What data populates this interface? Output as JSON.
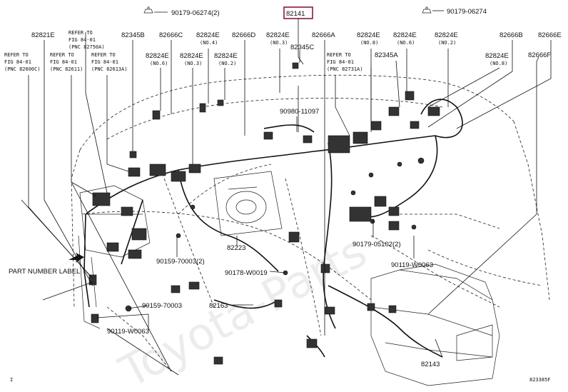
{
  "diagram": {
    "highlighted_part": "82141",
    "highlight_color": "#8b1a3a",
    "watermark": "Toyota-Parts",
    "figure_code": "823385F",
    "page_marker": "I",
    "labels": {
      "p90179_06274_2": "90179-06274(2)",
      "p82141": "82141",
      "p90179_06274": "90179-06274",
      "p82821e": "82821E",
      "p82345b": "82345B",
      "p82666c": "82666C",
      "p82824e_no4": "82824E",
      "no4": "(NO.4)",
      "p82666d": "82666D",
      "p82824e_no3_top": "82824E",
      "no3_top": "(NO.3)",
      "p82666a": "82666A",
      "p82824e_no8": "82824E",
      "no8": "(NO.8)",
      "p82824e_no6_top": "82824E",
      "no6_top": "(NO.6)",
      "p82824e_no2_top": "82824E",
      "no2_top": "(NO.2)",
      "p82666b": "82666B",
      "p82666e": "82666E",
      "refer_a1": "REFER TO",
      "refer_a2": "FIG 84-01",
      "refer_a3": "(PNC 82750A)",
      "p82345c": "82345C",
      "refer_b1": "REFER TO",
      "refer_b2": "FIG 84-01",
      "refer_b3": "(PNC 82600C)",
      "refer_c1": "REFER TO",
      "refer_c2": "FIG 84-01",
      "refer_c3": "(PNC 82611)",
      "refer_d1": "REFER TO",
      "refer_d2": "FIG 84-01",
      "refer_d3": "(PNC 82613A)",
      "p82824e_no6": "82824E",
      "no6": "(NO.6)",
      "p82824e_no3": "82824E",
      "no3": "(NO.3)",
      "p82824e_no2": "82824E",
      "no2": "(NO.2)",
      "refer_e1": "REFER TO",
      "refer_e2": "FIG 84-01",
      "refer_e3": "(PNC 82731A)",
      "p82345a": "82345A",
      "p82824e_no8b": "82824E",
      "no8b": "(NO.8)",
      "p82666f": "82666F",
      "p90980_11097": "90980-11097",
      "p90179_05102_2": "90179-05102(2)",
      "p90119_w0063_r": "90119-W0063",
      "p90159_70003_2": "90159-70003(2)",
      "p82223": "82223",
      "p90178_w0019": "90178-W0019",
      "part_number_label": "PART NUMBER LABEL",
      "p82163": "82163",
      "p90159_70003": "90159-70003",
      "p90119_w0063_l": "90119-W0063",
      "p82143": "82143"
    }
  }
}
